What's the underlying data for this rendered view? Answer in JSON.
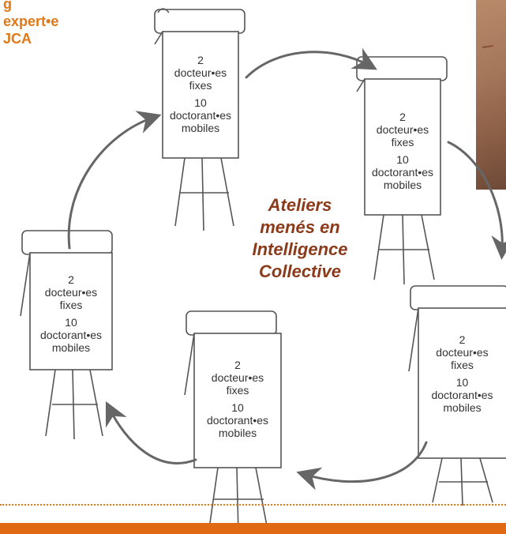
{
  "corner_label": {
    "line1": "g",
    "line2": "expert•e",
    "line3": "JCA"
  },
  "center_text": {
    "line1": "Ateliers",
    "line2": "menés en",
    "line3": "Intelligence",
    "line4": "Collective"
  },
  "boards": [
    {
      "doctors_count": "2",
      "doctors_label": "docteur•es",
      "doctors_status": "fixes",
      "students_count": "10",
      "students_label": "doctorant•es",
      "students_status": "mobiles"
    },
    {
      "doctors_count": "2",
      "doctors_label": "docteur•es",
      "doctors_status": "fixes",
      "students_count": "10",
      "students_label": "doctorant•es",
      "students_status": "mobiles"
    },
    {
      "doctors_count": "2",
      "doctors_label": "docteur•es",
      "doctors_status": "fixes",
      "students_count": "10",
      "students_label": "doctorant•es",
      "students_status": "mobiles"
    },
    {
      "doctors_count": "2",
      "doctors_label": "docteur•es",
      "doctors_status": "fixes",
      "students_count": "10",
      "students_label": "doctorant•es",
      "students_status": "mobiles"
    },
    {
      "doctors_count": "2",
      "doctors_label": "docteur•es",
      "doctors_status": "fixes",
      "students_count": "10",
      "students_label": "doctorant•es",
      "students_status": "mobiles"
    }
  ],
  "colors": {
    "accent_orange": "#E07818",
    "title_brown": "#8B3A1A",
    "sketch_gray": "#555555",
    "text_gray": "#333333"
  }
}
